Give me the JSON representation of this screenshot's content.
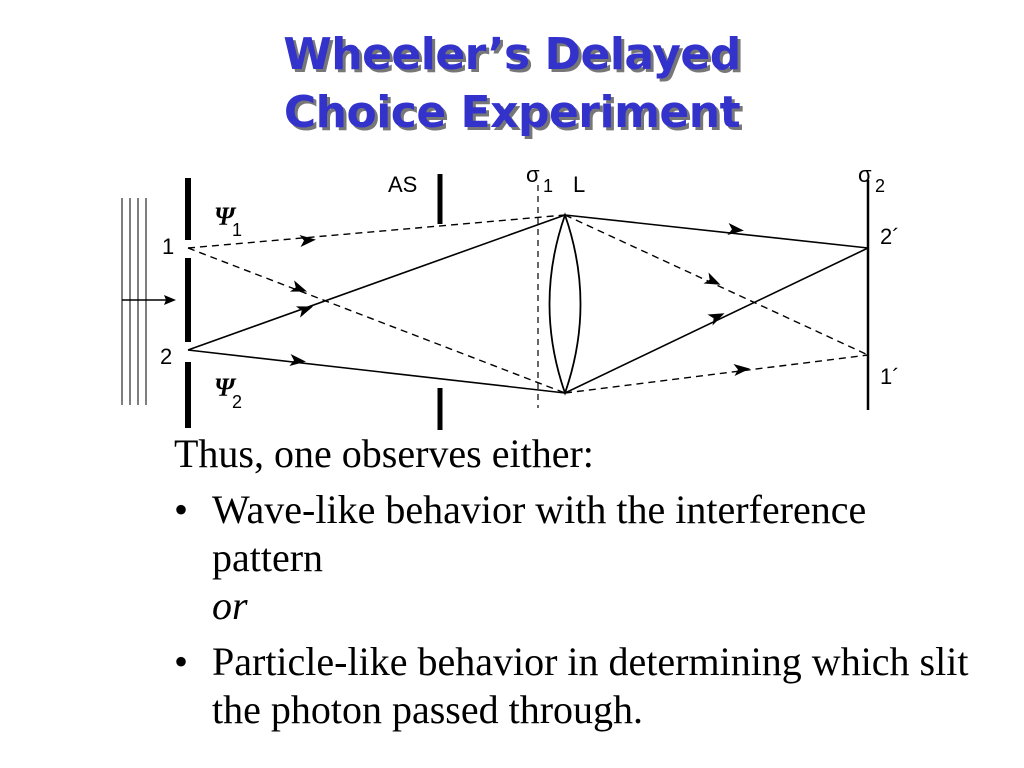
{
  "title": {
    "line1": "Wheeler’s Delayed",
    "line2": "Choice Experiment"
  },
  "diagram": {
    "labels": {
      "slit1": "1",
      "slit2": "2",
      "psi1": "Ψ",
      "psi1_sub": "1",
      "psi2": "Ψ",
      "psi2_sub": "2",
      "aperture_stop": "AS",
      "sigma1": "σ",
      "sigma1_sub": "1",
      "lens": "L",
      "sigma2": "σ",
      "sigma2_sub": "2",
      "image2": "2´",
      "image1": "1´"
    }
  },
  "text": {
    "lead": "Thus, one observes either:",
    "bullet_char": "•",
    "bullet1": "Wave-like behavior with the interference pattern",
    "bullet1_connector": "or",
    "bullet2": "Particle-like behavior in determining which slit the photon passed through."
  }
}
